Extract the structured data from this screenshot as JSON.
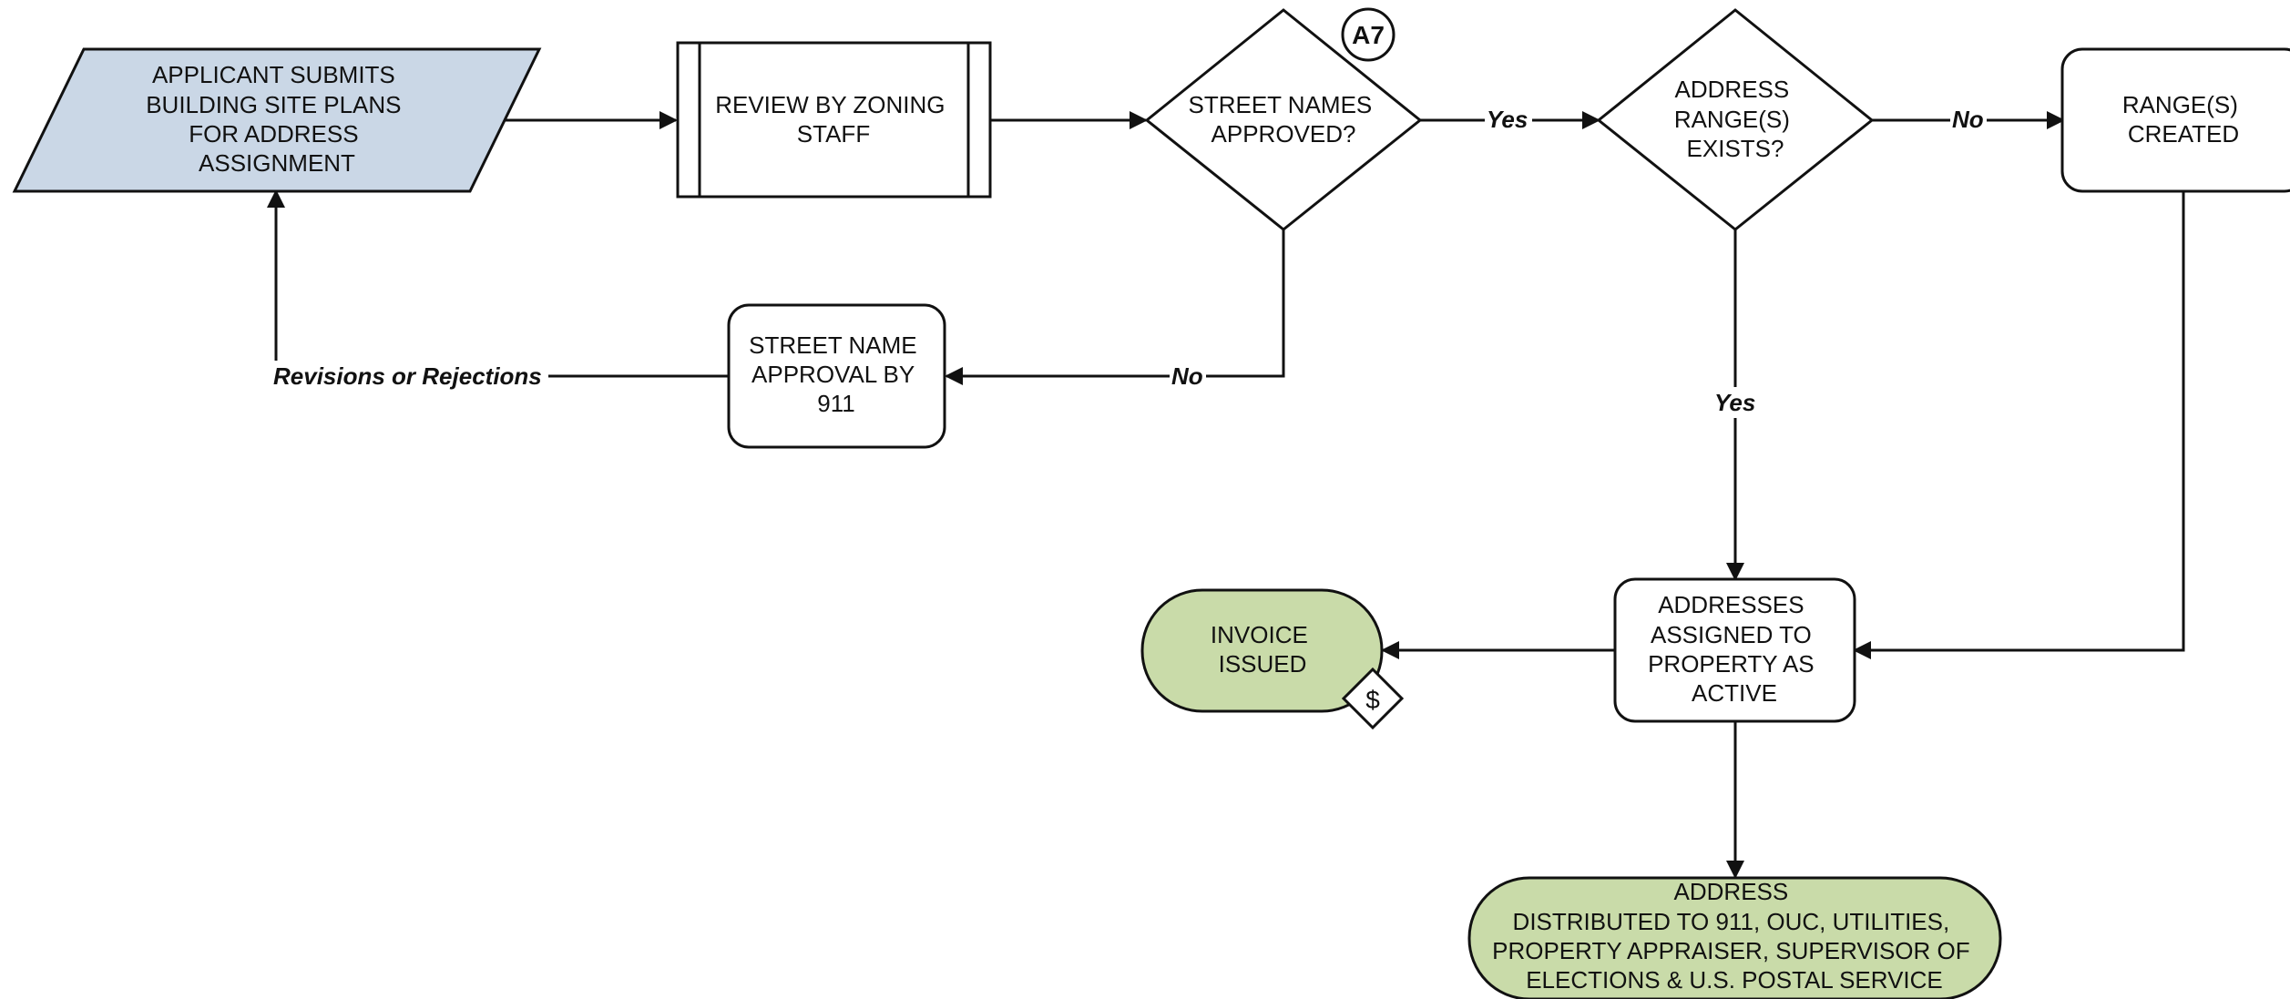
{
  "colors": {
    "input_fill": "#cad7e6",
    "terminal_fill": "#c9dba9",
    "process_fill": "#ffffff",
    "stroke": "#111111"
  },
  "nodes": {
    "applicant": [
      "APPLICANT SUBMITS",
      "BUILDING SITE PLANS",
      "FOR ADDRESS",
      "ASSIGNMENT"
    ],
    "review": [
      "REVIEW BY ZONING",
      "STAFF"
    ],
    "street_names": [
      "STREET NAMES",
      "APPROVED?"
    ],
    "address_range": [
      "ADDRESS",
      "RANGE(S)",
      "EXISTS?"
    ],
    "ranges_created": [
      "RANGE(S)",
      "CREATED"
    ],
    "street_name_approval": [
      "STREET NAME",
      "APPROVAL BY",
      "911"
    ],
    "addresses_assigned": [
      "ADDRESSES",
      "ASSIGNED TO",
      "PROPERTY AS",
      "ACTIVE"
    ],
    "invoice": [
      "INVOICE",
      "ISSUED"
    ],
    "distributed": [
      "ADDRESS",
      "DISTRIBUTED TO 911, OUC, UTILITIES,",
      "PROPERTY APPRAISER, SUPERVISOR OF",
      "ELECTIONS & U.S. POSTAL SERVICE"
    ]
  },
  "badges": {
    "step_id": "A7",
    "fee_symbol": "$"
  },
  "edge_labels": {
    "yes_street": "Yes",
    "no_range": "No",
    "no_street": "No",
    "yes_range": "Yes",
    "revisions": "Revisions or Rejections"
  }
}
